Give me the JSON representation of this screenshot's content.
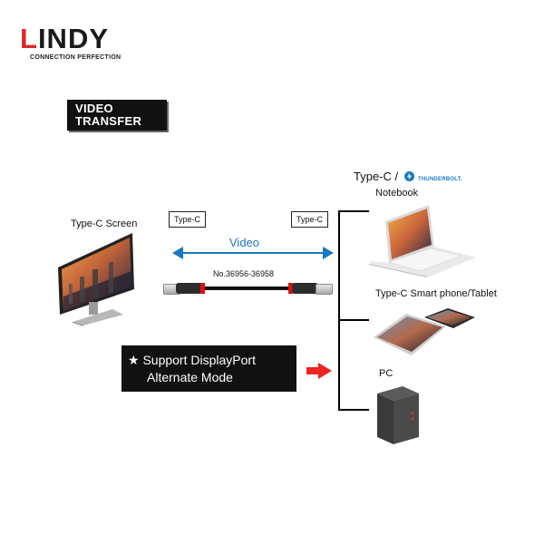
{
  "brand": {
    "logo": "LINDY",
    "tagline": "CONNECTION PERFECTION"
  },
  "section": {
    "line1": "VIDEO",
    "line2": "TRANSFER"
  },
  "source": {
    "label": "Type-C Screen",
    "connector": "Type-C",
    "icon": "monitor-icon"
  },
  "link": {
    "connector": "Type-C",
    "signal": "Video",
    "product_number": "No.36956-36958"
  },
  "targets": {
    "heading": "Type-C /",
    "heading_logo": "THUNDERBOLT.",
    "items": [
      {
        "label": "Notebook",
        "icon": "laptop-icon"
      },
      {
        "label": "Type-C  Smart phone/Tablet",
        "icon": "tablet-phone-icon"
      },
      {
        "label": "PC",
        "icon": "pc-tower-icon"
      }
    ]
  },
  "feature": {
    "star": "★",
    "line1": "Support DisplayPort",
    "line2": "Alternate Mode"
  },
  "colors": {
    "accent_blue": "#1b78c0",
    "brand_red": "#d92b2b",
    "arrow_red": "#e22222",
    "badge_bg": "#111111"
  }
}
